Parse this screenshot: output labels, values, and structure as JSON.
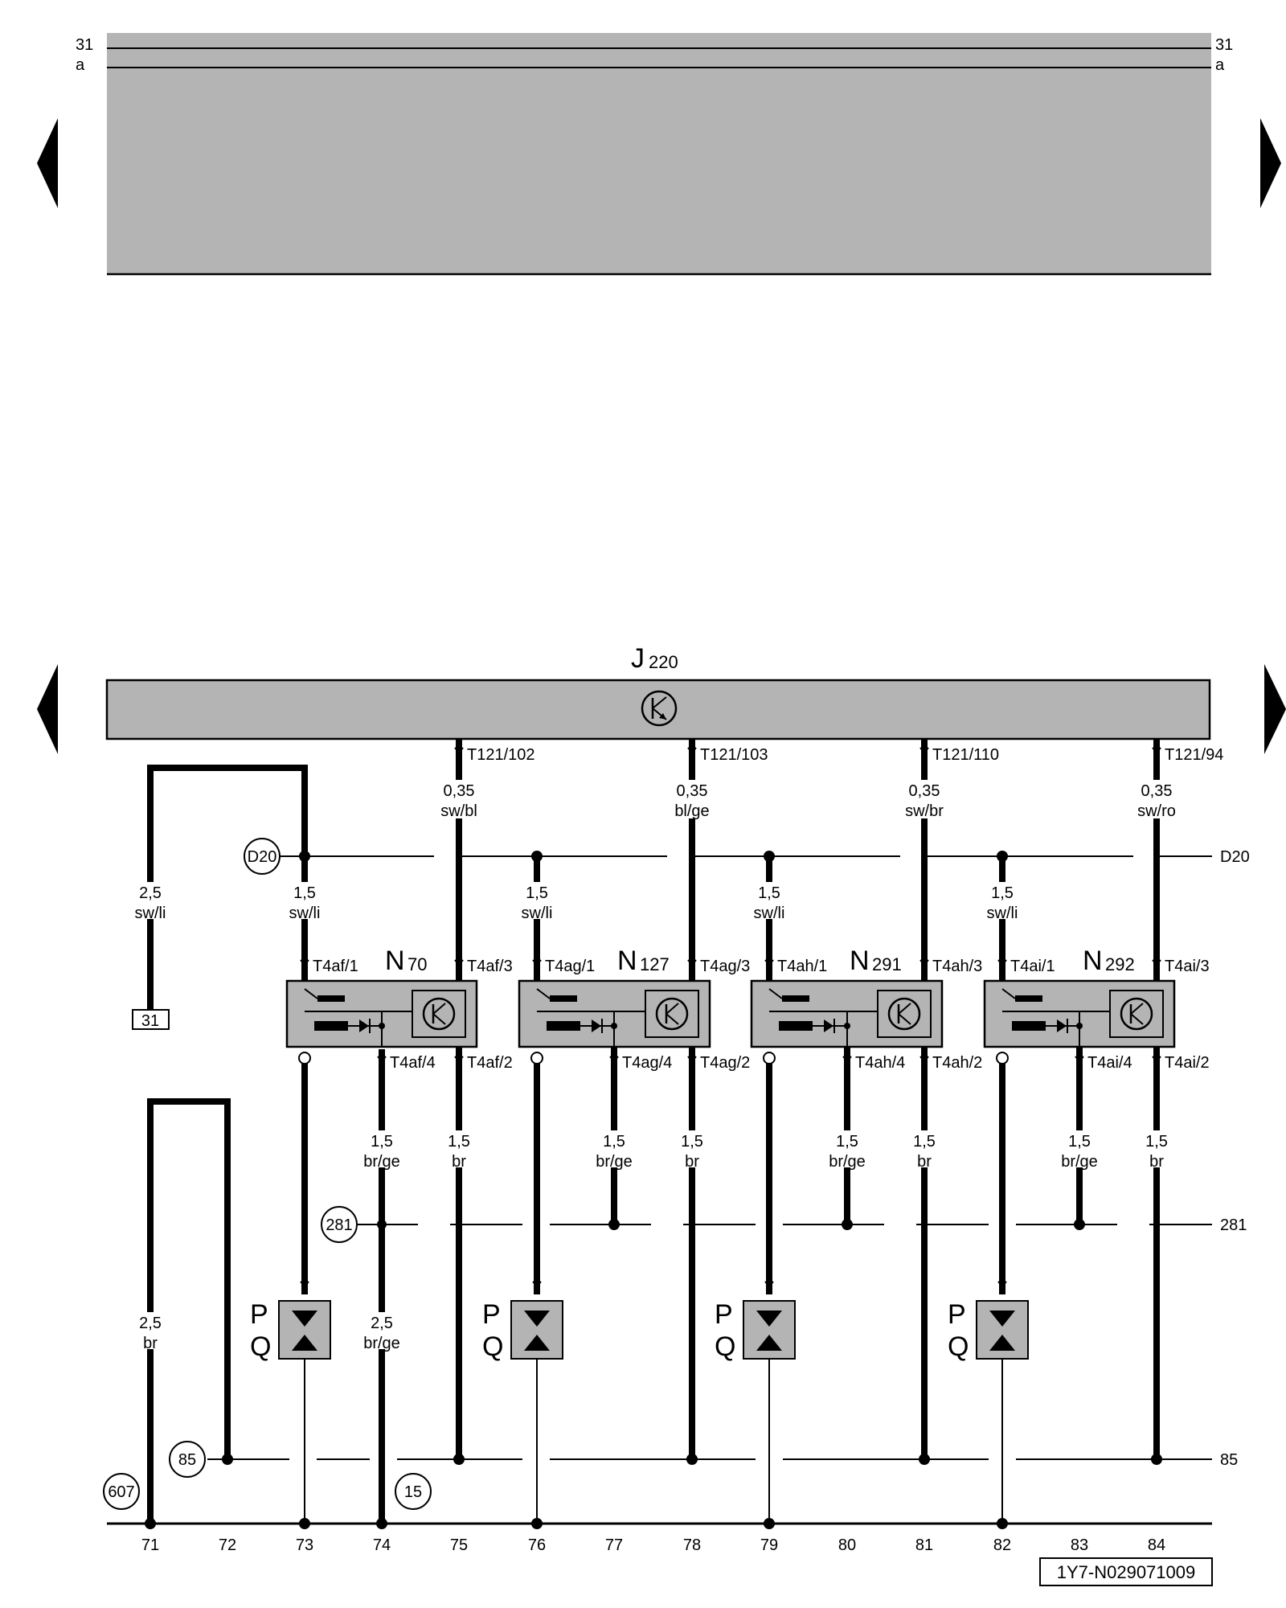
{
  "top": {
    "rail_31": "31",
    "rail_a": "a"
  },
  "control_unit": {
    "letter": "J",
    "number": "220"
  },
  "bus": {
    "d20": "D20",
    "r281": "281",
    "r85": "85",
    "r15": "15",
    "r607": "607",
    "ground_box": "31"
  },
  "left_wires": {
    "w71": {
      "size": "2,5",
      "color": "br"
    },
    "w_to_31": {
      "size": "2,5",
      "color": "sw/li"
    },
    "w74": {
      "size": "2,5",
      "color": "br/ge"
    }
  },
  "modules": [
    {
      "letter": "N",
      "number": "70",
      "ecu_pin": "T121/102",
      "ecu_size": "0,35",
      "ecu_color": "sw/bl",
      "pin1": "T4af/1",
      "pin2": "T4af/2",
      "pin3": "T4af/3",
      "pin4": "T4af/4",
      "feed_size": "1,5",
      "feed_color": "sw/li",
      "w4_size": "1,5",
      "w4_color": "br/ge",
      "w2_size": "1,5",
      "w2_color": "br",
      "plug_p": "P",
      "plug_q": "Q"
    },
    {
      "letter": "N",
      "number": "127",
      "ecu_pin": "T121/103",
      "ecu_size": "0,35",
      "ecu_color": "bl/ge",
      "pin1": "T4ag/1",
      "pin2": "T4ag/2",
      "pin3": "T4ag/3",
      "pin4": "T4ag/4",
      "feed_size": "1,5",
      "feed_color": "sw/li",
      "w4_size": "1,5",
      "w4_color": "br/ge",
      "w2_size": "1,5",
      "w2_color": "br",
      "plug_p": "P",
      "plug_q": "Q"
    },
    {
      "letter": "N",
      "number": "291",
      "ecu_pin": "T121/110",
      "ecu_size": "0,35",
      "ecu_color": "sw/br",
      "pin1": "T4ah/1",
      "pin2": "T4ah/2",
      "pin3": "T4ah/3",
      "pin4": "T4ah/4",
      "feed_size": "1,5",
      "feed_color": "sw/li",
      "w4_size": "1,5",
      "w4_color": "br/ge",
      "w2_size": "1,5",
      "w2_color": "br",
      "plug_p": "P",
      "plug_q": "Q"
    },
    {
      "letter": "N",
      "number": "292",
      "ecu_pin": "T121/94",
      "ecu_size": "0,35",
      "ecu_color": "sw/ro",
      "pin1": "T4ai/1",
      "pin2": "T4ai/2",
      "pin3": "T4ai/3",
      "pin4": "T4ai/4",
      "feed_size": "1,5",
      "feed_color": "sw/li",
      "w4_size": "1,5",
      "w4_color": "br/ge",
      "w2_size": "1,5",
      "w2_color": "br",
      "plug_p": "P",
      "plug_q": "Q"
    }
  ],
  "columns": [
    "71",
    "72",
    "73",
    "74",
    "75",
    "76",
    "77",
    "78",
    "79",
    "80",
    "81",
    "82",
    "83",
    "84"
  ],
  "footer": {
    "code": "1Y7-N029071009"
  },
  "colors": {
    "panel": "#b4b4b4",
    "line": "#000000",
    "background": "#ffffff"
  }
}
